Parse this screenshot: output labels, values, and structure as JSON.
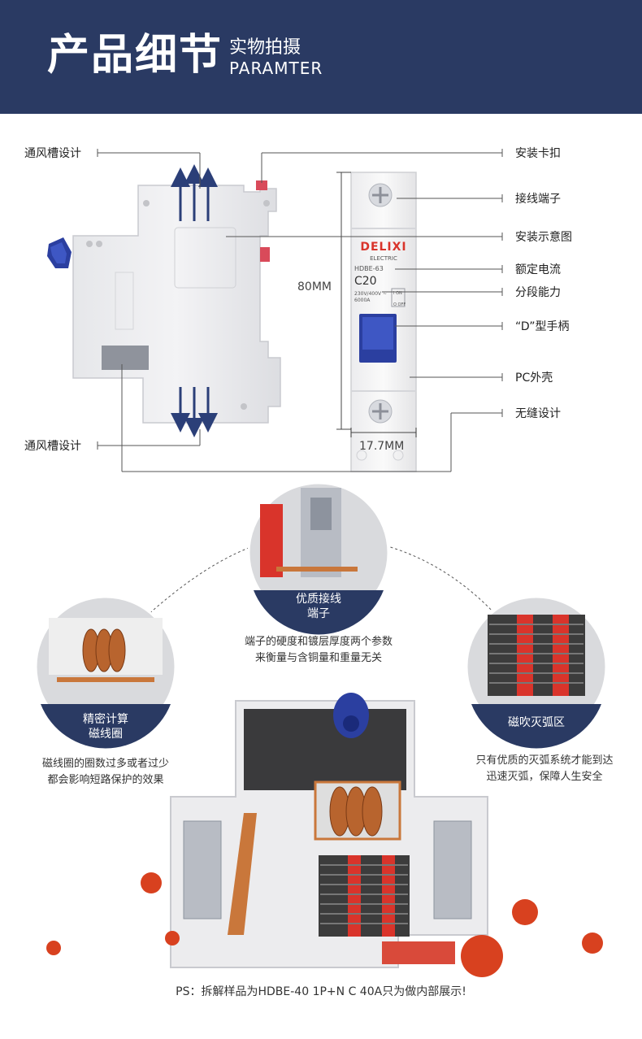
{
  "header": {
    "title": "产品细节",
    "subtitle_cn": "实物拍摄",
    "subtitle_en": "PARAMTER"
  },
  "annotations": {
    "vent_top": "通风槽设计",
    "vent_bottom": "通风槽设计",
    "clip": "安装卡扣",
    "terminal": "接线端子",
    "install_diagram": "安装示意图",
    "rated_current": "额定电流",
    "breaking_capacity": "分段能力",
    "handle": "“D”型手柄",
    "shell": "PC外壳",
    "seamless": "无缝设计",
    "height": "80MM",
    "width": "17.7MM"
  },
  "product_face": {
    "brand": "DELIXI",
    "brand_sub": "ELECTRIC",
    "model": "HDBE-63",
    "rating": "C20",
    "spec_line1": "230V/400V ~",
    "spec_line2": "6000A",
    "on_label": "I ON",
    "off_label": "O OFF"
  },
  "details": {
    "terminal": {
      "caption_line1": "优质接线",
      "caption_line2": "端子",
      "desc_line1": "端子的硬度和镀层厚度两个参数",
      "desc_line2": "来衡量与含铜量和重量无关"
    },
    "coil": {
      "caption_line1": "精密计算",
      "caption_line2": "磁线圈",
      "desc_line1": "磁线圈的圈数过多或者过少",
      "desc_line2": "都会影响短路保护的效果"
    },
    "arc": {
      "caption_line1": "磁吹灭弧区",
      "desc_line1": "只有优质的灭弧系统才能到达",
      "desc_line2": "迅速灭弧，保障人生安全"
    }
  },
  "footer": {
    "note": "PS：拆解样品为HDBE-40 1P+N C 40A只为做内部展示!"
  },
  "colors": {
    "header_bg": "#2a3a63",
    "accent_blue": "#2b3fa0",
    "arc_red": "#d9342b",
    "copper": "#b8642e"
  }
}
